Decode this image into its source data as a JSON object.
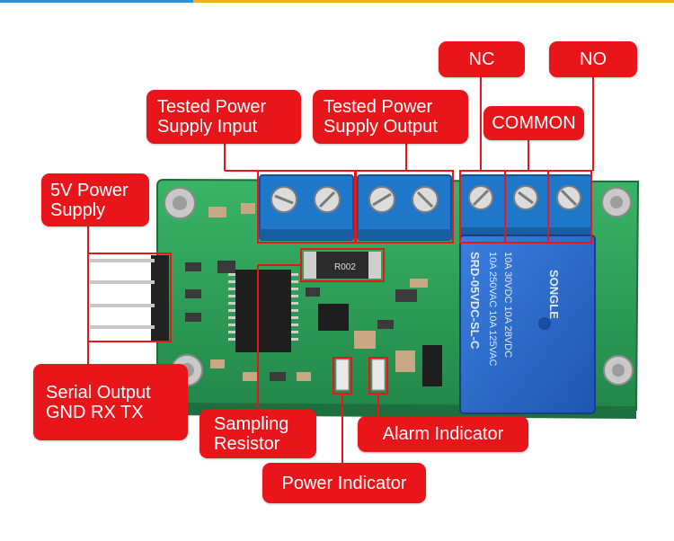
{
  "labels": {
    "nc": "NC",
    "no": "NO",
    "common": "COMMON",
    "tested_input": [
      "Tested Power",
      "Supply Input"
    ],
    "tested_output": [
      "Tested Power",
      "Supply Output"
    ],
    "power_5v": [
      "5V Power",
      "Supply"
    ],
    "serial_output": [
      "Serial Output",
      "GND RX TX"
    ],
    "sampling_resistor": [
      "Sampling",
      "Resistor"
    ],
    "alarm_indicator": "Alarm Indicator",
    "power_indicator": "Power Indicator"
  },
  "board_text": {
    "relay_line1": "SRD-05VDC-SL-C",
    "relay_line2": "10A 250VAC 10A 125VAC",
    "relay_line3": "10A 30VDC 10A 28VDC",
    "relay_brand": "SONGLE",
    "resistor_code": "R002"
  },
  "colors": {
    "label_bg": "#e8161b",
    "pcb": "#2fa35a",
    "terminal": "#1f77c9",
    "relay": "#2a67c6",
    "leader": "#e8161b"
  }
}
